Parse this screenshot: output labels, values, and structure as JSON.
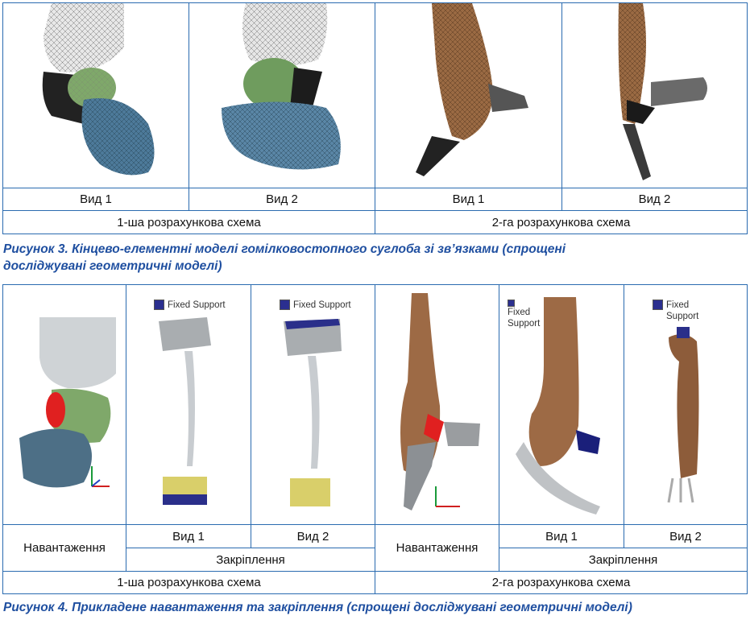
{
  "fig3": {
    "views": [
      "Вид 1",
      "Вид 2",
      "Вид 1",
      "Вид 2"
    ],
    "scheme1": "1-ша розрахункова схема",
    "scheme2": "2-га розрахункова схема",
    "caption_line1": "Рисунок 3. Кінцево-елементні моделі гомілковостопного суглоба зі зв’язками (спрощені",
    "caption_line2": "досліджувані геометричні моделі)",
    "image_names": [
      "fe-model-scheme1-view1",
      "fe-model-scheme1-view2",
      "fe-model-scheme2-view1",
      "fe-model-scheme2-view2"
    ]
  },
  "fig4": {
    "load1": "Навантаження",
    "load2": "Навантаження",
    "views": [
      "Вид 1",
      "Вид 2",
      "Вид 1",
      "Вид 2"
    ],
    "fixing1": "Закріплення",
    "fixing2": "Закріплення",
    "scheme1": "1-ша розрахункова схема",
    "scheme2": "2-га розрахункова схема",
    "fixed_support": "Fixed Support",
    "fixed_word": "Fixed",
    "support_word": "Support",
    "caption": "Рисунок 4. Прикладене навантаження та закріплення (спрощені досліджувані геометричні моделі)"
  },
  "colors": {
    "border": "#2a6bb0",
    "caption": "#1f4fa0"
  }
}
